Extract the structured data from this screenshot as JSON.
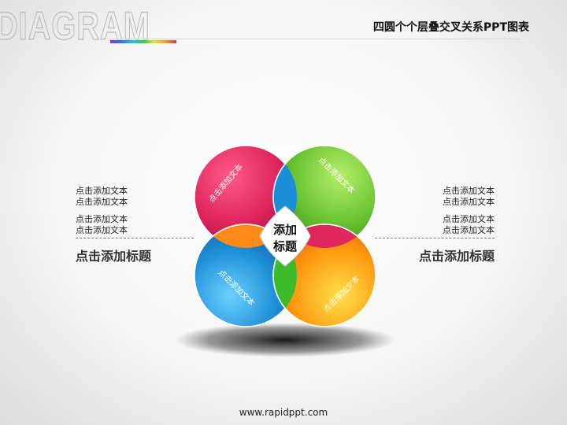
{
  "header": {
    "logo": "DIAGRAM",
    "title": "四圆个个层叠交叉关系PPT图表"
  },
  "diagram": {
    "center_line1": "添加",
    "center_line2": "标题",
    "circles": [
      {
        "label": "点击添加文本",
        "color": "#e0265f"
      },
      {
        "label": "点击添加文本",
        "color": "#6ac431"
      },
      {
        "label": "点击添加文本",
        "color": "#1e8fd6"
      },
      {
        "label": "点击添加文本",
        "color": "#ff9a10"
      }
    ]
  },
  "left": {
    "lines": [
      "点击添加文本",
      "点击添加文本",
      "点击添加文本",
      "点击添加文本"
    ],
    "heading": "点击添加标题"
  },
  "right": {
    "lines": [
      "点击添加文本",
      "点击添加文本",
      "点击添加文本",
      "点击添加文本"
    ],
    "heading": "点击添加标题"
  },
  "footer": {
    "url": "www.rapidppt.com"
  }
}
